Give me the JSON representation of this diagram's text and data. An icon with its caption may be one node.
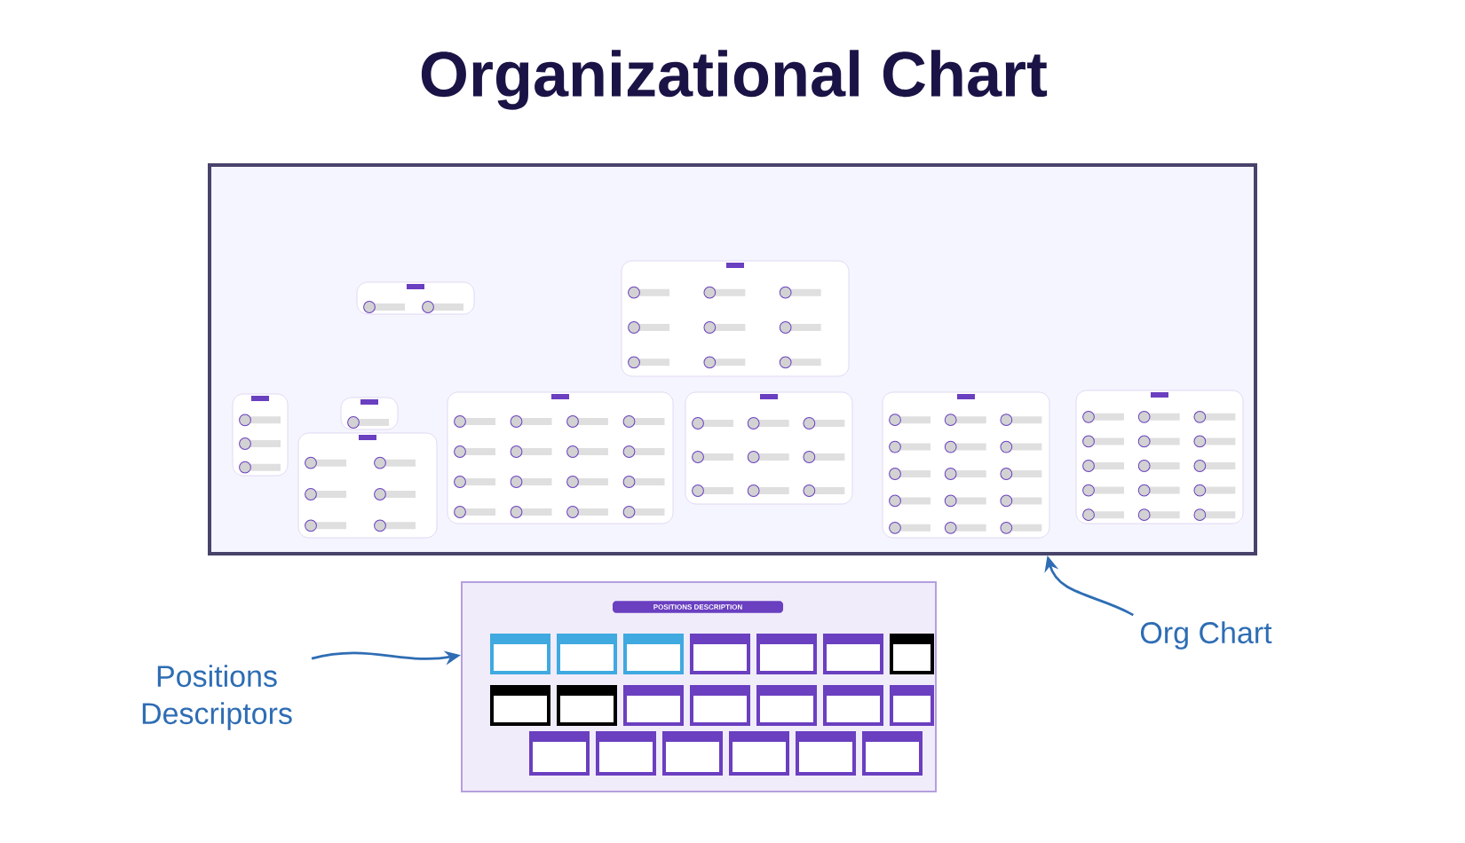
{
  "diagram": {
    "title": "Organizational Chart",
    "nodes": [
      {
        "text": [],
        "shape": "picture"
      },
      {
        "text": [
          "POSITIONS DESCRIPTION"
        ]
      },
      {
        "text": [
          "Org Chart"
        ]
      },
      {
        "text": [
          "Positions Descriptors"
        ]
      }
    ],
    "edges": [
      {
        "from": 2,
        "to": 0,
        "arrow": "to"
      },
      {
        "from": 3,
        "to": 1,
        "arrow": "to"
      }
    ]
  }
}
